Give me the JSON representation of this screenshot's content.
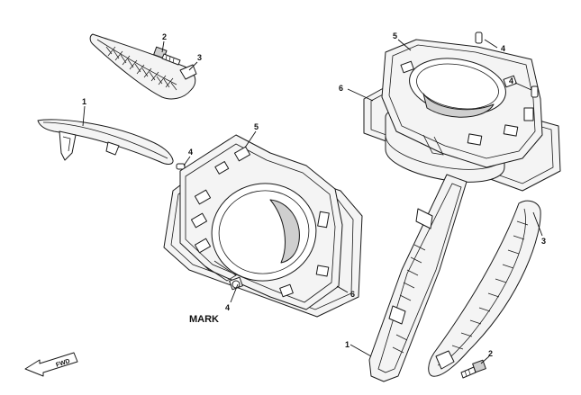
{
  "callouts": {
    "c1": "1",
    "c2": "2",
    "c3": "3",
    "c4": "4",
    "c5": "5",
    "c6": "6"
  },
  "annotations": {
    "mark": "MARK",
    "fwd": "FWD"
  }
}
